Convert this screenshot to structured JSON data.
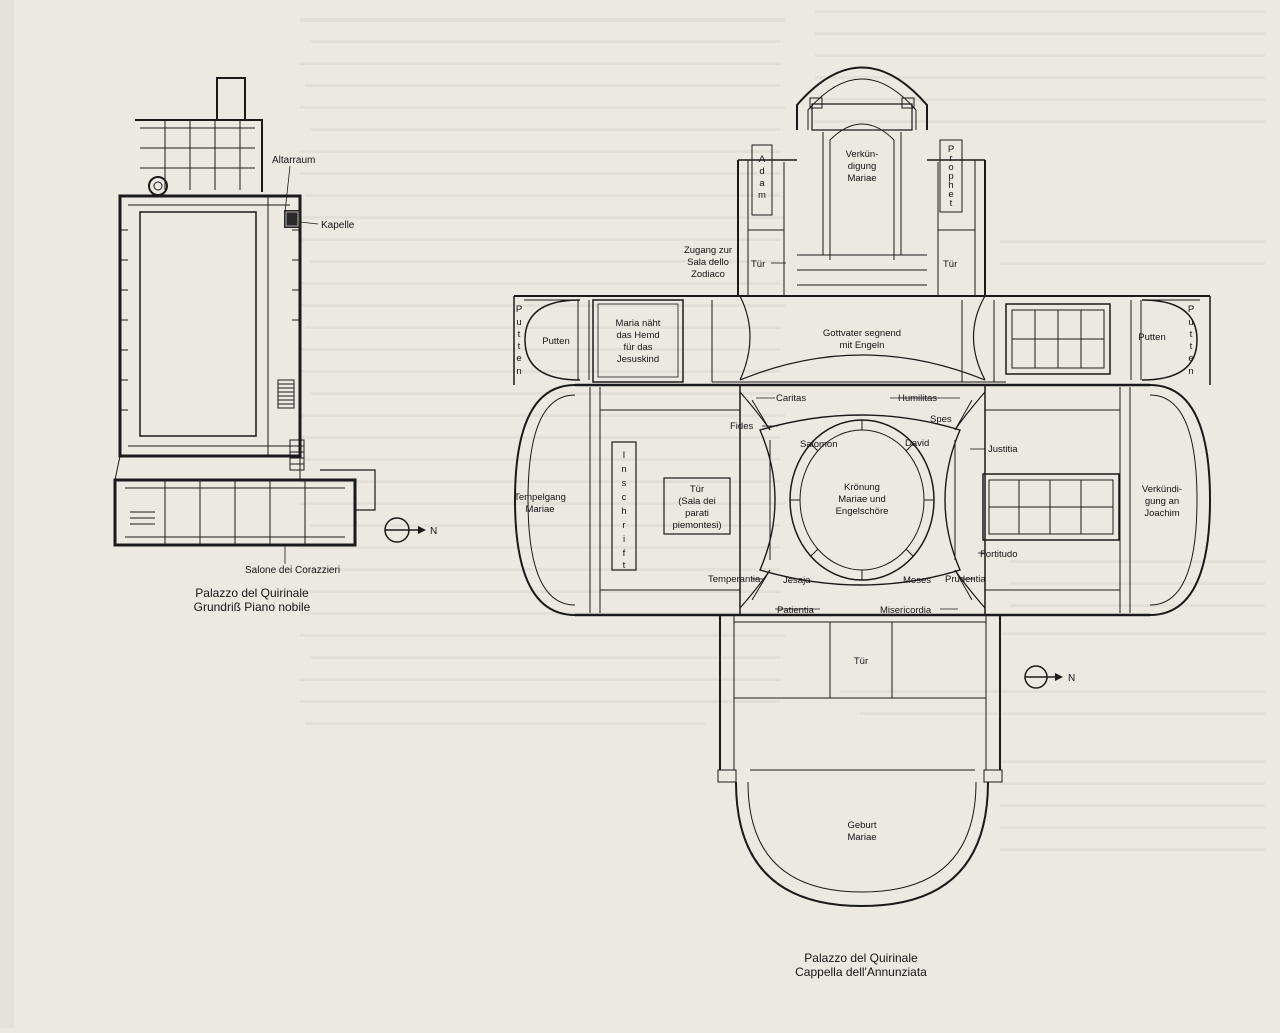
{
  "left_plan": {
    "caption_line1": "Palazzo del Quirinale",
    "caption_line2": "Grundriß Piano nobile",
    "label_altarraum": "Altarraum",
    "label_kapelle": "Kapelle",
    "label_salone": "Salone dei Corazzieri",
    "north_label": "N"
  },
  "chapel_plan": {
    "caption_line1": "Palazzo del Quirinale",
    "caption_line2": "Cappella dell'Annunziata",
    "north_label": "N",
    "rooms": {
      "verkuendigung": [
        "Verkün-",
        "digung",
        "Mariae"
      ],
      "adam": [
        "A",
        "d",
        "a",
        "m"
      ],
      "prophet": [
        "P",
        "r",
        "o",
        "p",
        "h",
        "e",
        "t"
      ],
      "zugang": [
        "Zugang zur",
        "Sala dello",
        "Zodiaco"
      ],
      "tuer_left": "Tür",
      "tuer_right": "Tür",
      "putten_left_vertical": [
        "P",
        "u",
        "t",
        "t",
        "e",
        "n"
      ],
      "putten_left": "Putten",
      "putten_right_vertical": [
        "P",
        "u",
        "t",
        "t",
        "e",
        "n"
      ],
      "putten_right": "Putten",
      "maria_naeht": [
        "Maria näht",
        "das Hemd",
        "für das",
        "Jesuskind"
      ],
      "gottvater": [
        "Gottvater segnend",
        "mit Engeln"
      ],
      "caritas": "Caritas",
      "humilitas": "Humilitas",
      "fides": "Fides",
      "spes": "Spes",
      "salomon": "Salomon",
      "david": "David",
      "justitia": "Justitia",
      "inschrift": [
        "I",
        "n",
        "s",
        "c",
        "h",
        "r",
        "i",
        "f",
        "t"
      ],
      "tuer_sala": [
        "Tür",
        "(Sala dei",
        "parati",
        "piemontesi)"
      ],
      "kroenung": [
        "Krönung",
        "Mariae und",
        "Engelschöre"
      ],
      "tempelgang": [
        "Tempelgang",
        "Mariae"
      ],
      "verkuendigung_joachim": [
        "Verkündi-",
        "gung an",
        "Joachim"
      ],
      "fortitudo": "Fortitudo",
      "temperantia": "Temperantia",
      "jesaja": "Jesaja",
      "moses": "Moses",
      "prudentia": "Prudentia",
      "patientia": "Patientia",
      "misericordia": "Misericordia",
      "tuer_bottom": "Tür",
      "geburt": [
        "Geburt",
        "Mariae"
      ]
    }
  }
}
